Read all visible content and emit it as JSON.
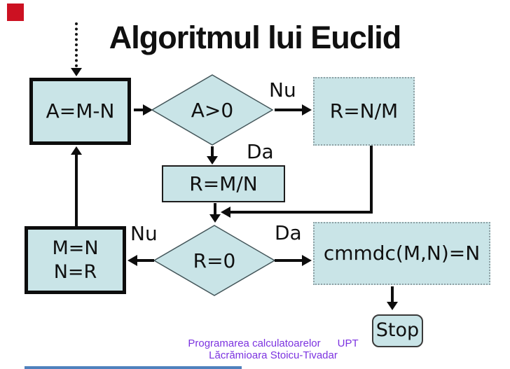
{
  "title": "Algoritmul lui Euclid",
  "nodes": {
    "assign": {
      "label": "A=M-N"
    },
    "cond_a": {
      "label": "A>0"
    },
    "r_nm": {
      "label": "R=N/M"
    },
    "r_mn": {
      "label": "R=M/N"
    },
    "cond_r": {
      "label": "R=0"
    },
    "swap": {
      "line1": "M=N",
      "line2": "N=R"
    },
    "result": {
      "label": "cmmdc(M,N)=N"
    },
    "stop": {
      "label": "Stop"
    }
  },
  "edge_labels": {
    "cond_a_no": "Nu",
    "cond_a_yes": "Da",
    "cond_r_no": "Nu",
    "cond_r_yes": "Da"
  },
  "footer": {
    "course": "Programarea calculatoarelor",
    "university": "UPT",
    "author": "Lăcrămioara Stoicu-Tivadar"
  },
  "colors": {
    "shape_fill": "#c9e4e7",
    "accent_red": "#cc1122",
    "accent_blue": "#4f81bd",
    "footer_text": "#7c33e0",
    "connector_black": "#0d0d0d"
  }
}
